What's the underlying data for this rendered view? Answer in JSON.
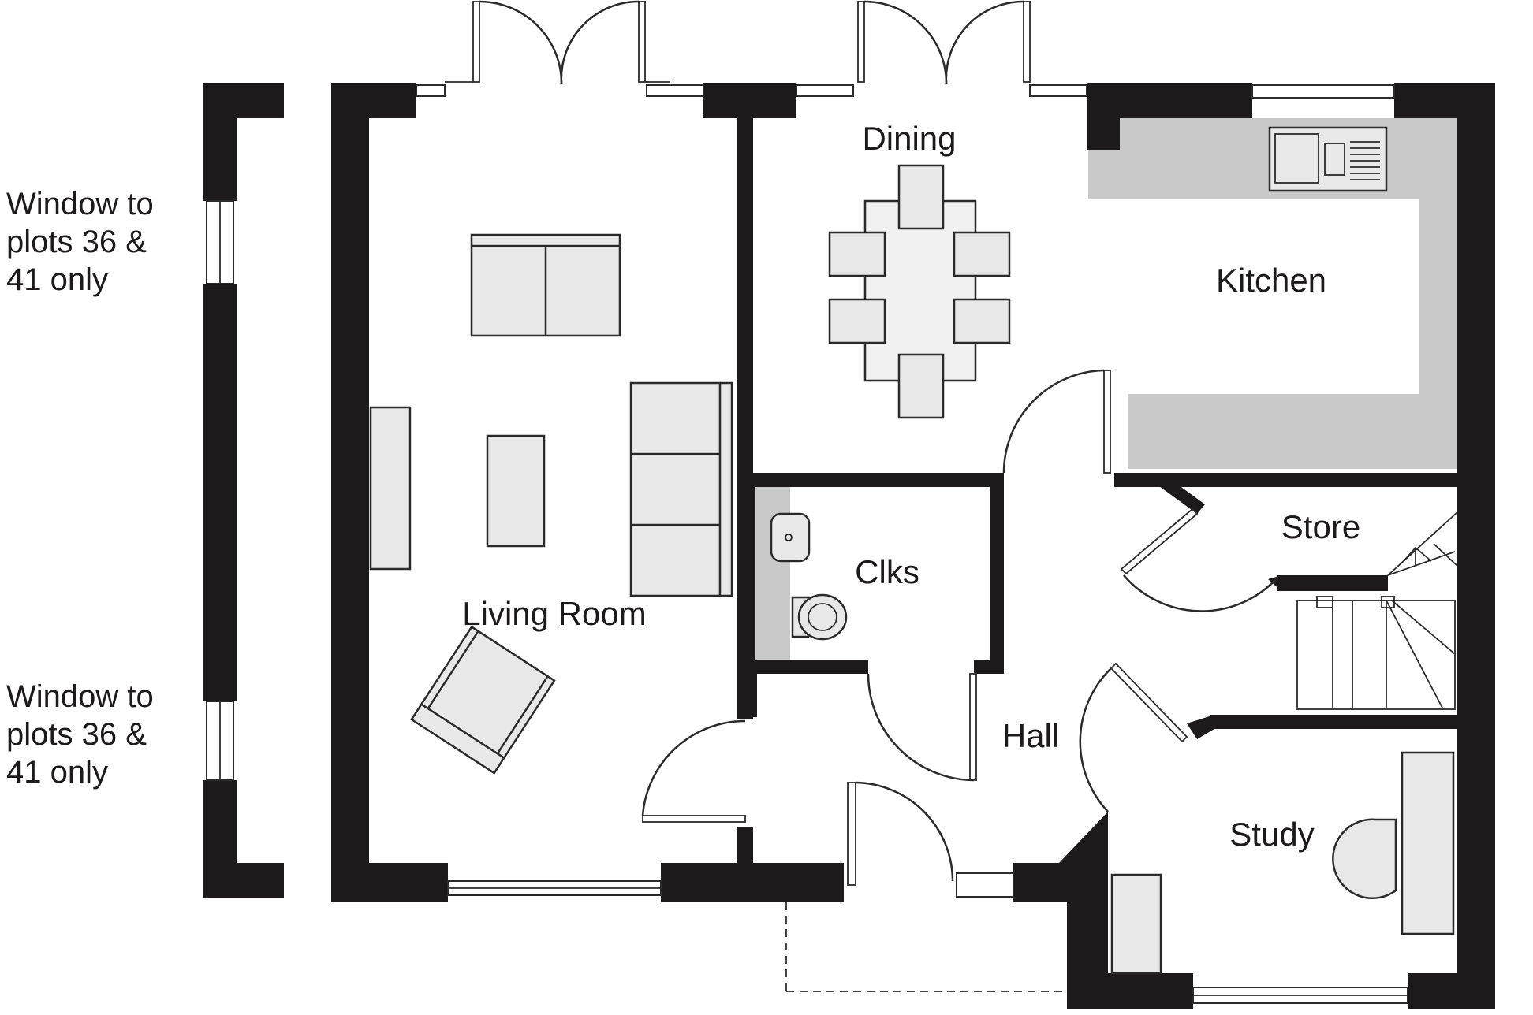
{
  "rooms": {
    "dining": "Dining",
    "kitchen": "Kitchen",
    "living_room": "Living Room",
    "clks": "Clks",
    "store": "Store",
    "hall": "Hall",
    "study": "Study"
  },
  "notes": {
    "window_top": [
      "Window to",
      "plots 36 &",
      "41 only"
    ],
    "window_bottom": [
      "Window to",
      "plots 36 &",
      "41 only"
    ]
  },
  "colors": {
    "wall": "#1c1a1b",
    "counter": "#c9c9c9",
    "furniture": "#e8e8e8"
  }
}
